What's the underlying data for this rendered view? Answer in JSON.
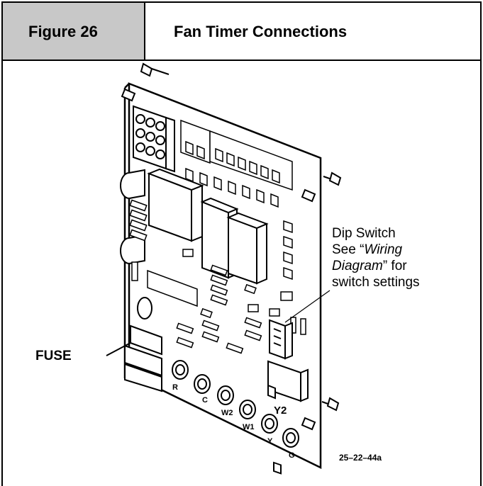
{
  "header": {
    "figure_label": "Figure 26",
    "title": "Fan Timer Connections"
  },
  "callouts": {
    "dip_line1": "Dip Switch",
    "dip_line2_prefix": "See “",
    "dip_line2_italic": "Wiring",
    "dip_line3_italic": "Diagram",
    "dip_line3_suffix": "” for",
    "dip_line4": "switch settings",
    "fuse": "FUSE"
  },
  "terminals": {
    "r": "R",
    "c": "C",
    "w2": "W2",
    "w1": "W1",
    "y": "Y",
    "g": "G",
    "y2": "Y2"
  },
  "reference_code": "25–22–44a"
}
